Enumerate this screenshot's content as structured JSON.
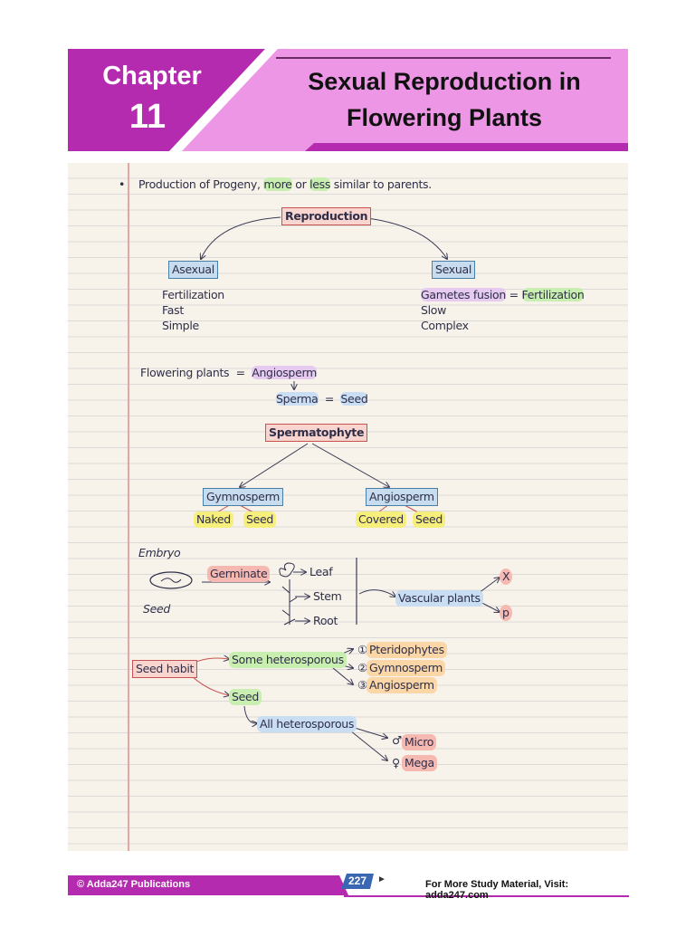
{
  "header": {
    "chapter_word": "Chapter",
    "chapter_number": "11",
    "title_line1": "Sexual Reproduction in",
    "title_line2": "Flowering Plants"
  },
  "notes": {
    "bullet": "•",
    "line1_a": "Production of Progeny,",
    "line1_more": "more",
    "line1_or": "or",
    "line1_less": "less",
    "line1_b": "similar to parents.",
    "reproduction": "Reproduction",
    "asexual": "Asexual",
    "sexual": "Sexual",
    "asexual_props": [
      "Fertilization",
      "Fast",
      "Simple"
    ],
    "sexual_prop1_a": "Gametes fusion",
    "sexual_prop1_eq": "=",
    "sexual_prop1_b": "Fertilization",
    "sexual_props": [
      "Slow",
      "Complex"
    ],
    "flowering_plants": "Flowering plants",
    "eq": "=",
    "angiosperm": "Angiosperm",
    "sperma": "Sperma",
    "seed": "Seed",
    "spermatophyte": "Spermatophyte",
    "gymnosperm": "Gymnosperm",
    "naked": "Naked",
    "covered": "Covered",
    "embryo": "Embryo",
    "seed_label": "Seed",
    "germinate": "Germinate",
    "leaf": "Leaf",
    "stem": "Stem",
    "root": "Root",
    "vascular_plants": "Vascular plants",
    "x": "X",
    "p": "p",
    "seed_habit": "Seed habit",
    "some_heterosporous": "Some heterosporous",
    "nums": [
      "①",
      "②",
      "③"
    ],
    "pteridophytes": "Pteridophytes",
    "gymnosperm2": "Gymnosperm",
    "angiosperm2": "Angiosperm",
    "seed2": "Seed",
    "all_heterosporous": "All heterosporous",
    "male": "♂",
    "female": "♀",
    "micro": "Micro",
    "mega": "Mega"
  },
  "footer": {
    "copyright": "© Adda247 Publications",
    "page": "227",
    "arrow": "►",
    "more": "For More Study Material, Visit: adda247.com"
  },
  "colors": {
    "purple": "#b52bb0",
    "pink": "#ee96e6",
    "paper": "#f7f3ea",
    "page_badge": "#3a67b3"
  }
}
